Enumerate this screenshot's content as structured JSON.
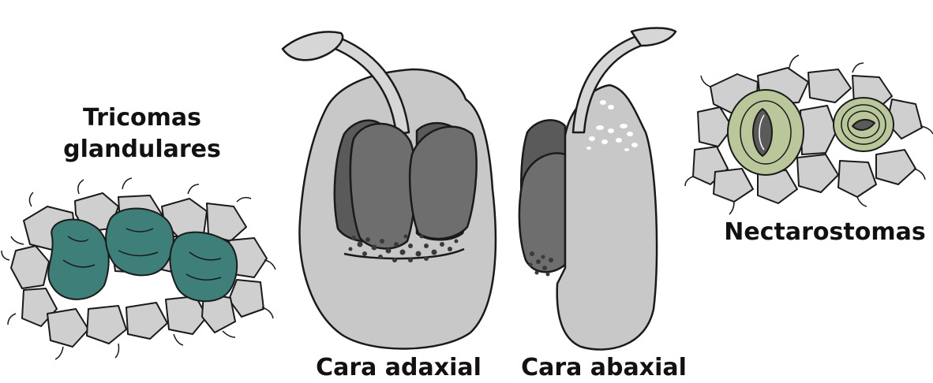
{
  "labels": {
    "tricomas_line1": "Tricomas",
    "tricomas_line2": "glandulares",
    "cara_adaxial": "Cara adaxial",
    "cara_abaxial": "Cara abaxial",
    "nectarostomas": "Nectarostomas"
  },
  "colors": {
    "outline": "#1a1a1a",
    "petal_fill": "#c8c8c8",
    "anther_dark": "#5a5a5a",
    "anther_mid": "#6e6e6e",
    "cell_fill": "#cfcfcf",
    "trichome_teal": "#3e7f7a",
    "nectarostome_green": "#b9c79a",
    "pollen": "#3a3a3a"
  }
}
